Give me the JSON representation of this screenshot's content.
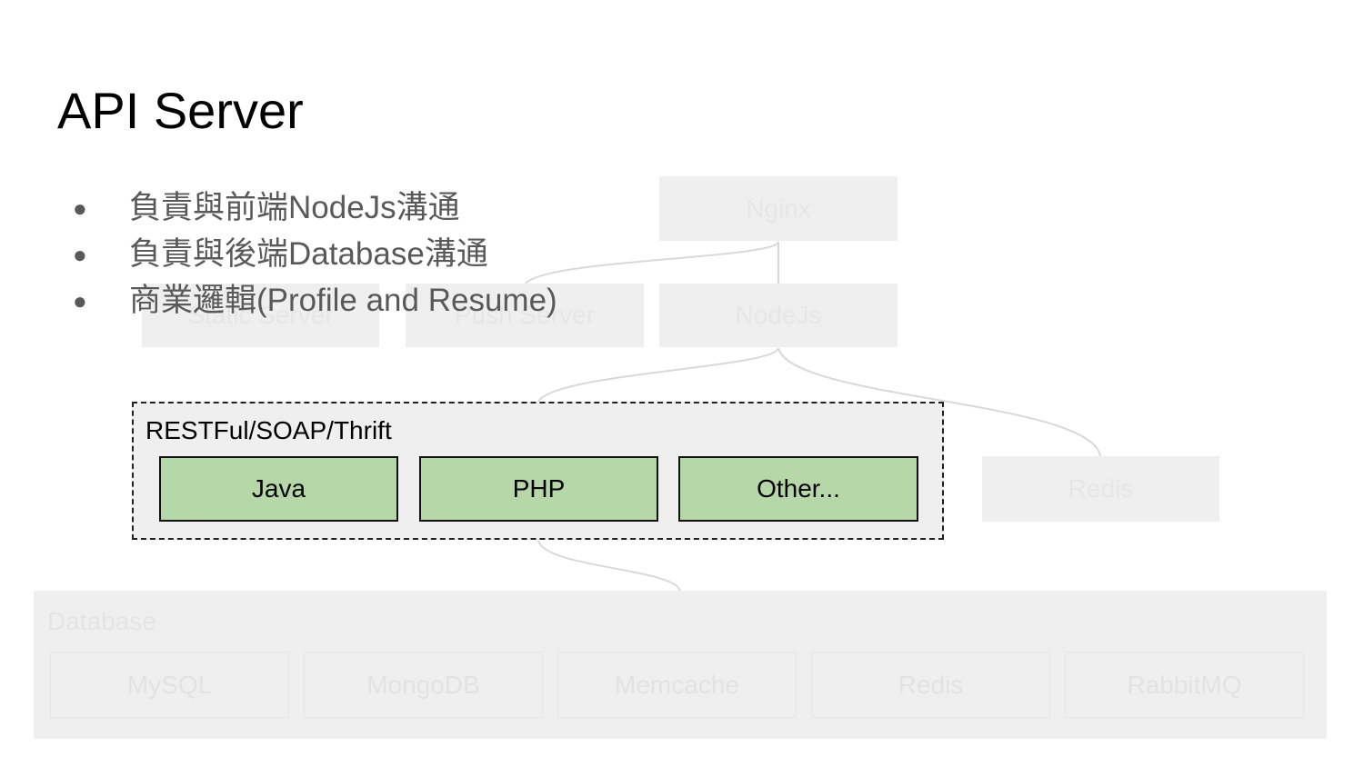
{
  "slide": {
    "title": "API Server",
    "bullets": [
      "負責與前端NodeJs溝通",
      "負責與後端Database溝通",
      "商業邏輯(Profile and Resume)"
    ],
    "bullet_symbol": "●"
  },
  "diagram": {
    "faded_nodes": {
      "nginx": "Nginx",
      "static_server": "Static Server",
      "push_server": "Push Server",
      "nodejs": "NodeJs",
      "redis": "Redis"
    },
    "api_group": {
      "label": "RESTFul/SOAP/Thrift",
      "languages": [
        "Java",
        "PHP",
        "Other..."
      ]
    },
    "database": {
      "label": "Database",
      "items": [
        "MySQL",
        "MongoDB",
        "Memcache",
        "Redis",
        "RabbitMQ"
      ]
    }
  },
  "colors": {
    "language_fill": "#b6d7a8",
    "faded_fill": "#efefef",
    "faded_text": "#e6e6e6",
    "bullet_text": "#595959"
  }
}
